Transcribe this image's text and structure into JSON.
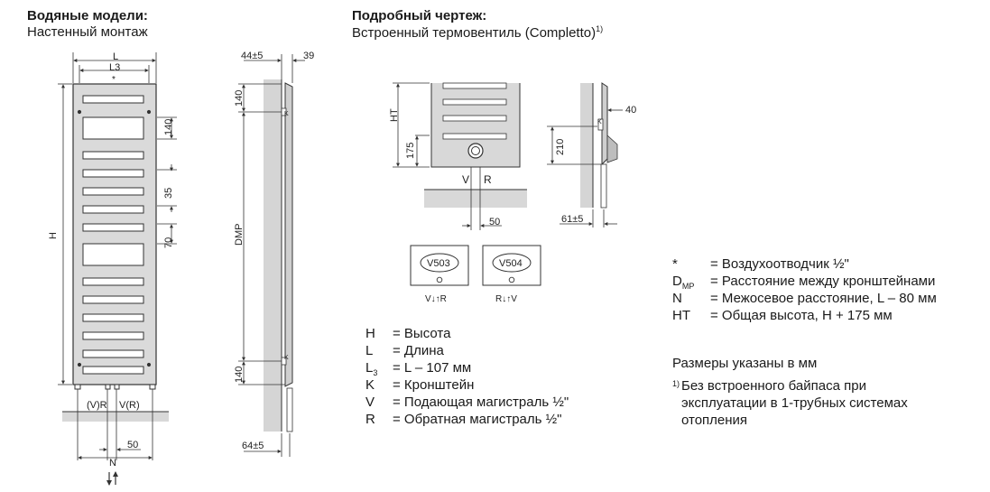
{
  "left_heading": {
    "title": "Водяные модели:",
    "subtitle": "Настенный монтаж"
  },
  "right_heading": {
    "title": "Подробный чертеж:",
    "subtitle": "Встроенный термовентиль (Completto)",
    "sup": "1)"
  },
  "front_view": {
    "dim_L": "L",
    "dim_L3": "L3",
    "star": "*",
    "dim_H": "H",
    "dim_140": "140",
    "dim_35": "35",
    "dim_70": "70",
    "port_left": "(V)R",
    "port_right": "V(R)",
    "dim_50": "50",
    "dim_N": "N"
  },
  "side_view": {
    "dim_44": "44±5",
    "dim_39": "39",
    "dim_140_top": "140",
    "dim_dmp": "DMP",
    "dim_140_bottom": "140",
    "dim_64": "64±5",
    "mark_k": "K"
  },
  "detail_front": {
    "dim_ht": "HT",
    "dim_175": "175",
    "label_v": "V",
    "label_r": "R",
    "dim_50": "50"
  },
  "detail_side": {
    "dim_40": "40",
    "dim_210": "210",
    "dim_61": "61±5",
    "mark_k": "K"
  },
  "valves": [
    {
      "name": "V503",
      "arrows": "V↓↑R"
    },
    {
      "name": "V504",
      "arrows": "R↓↑V"
    }
  ],
  "legend_left": [
    {
      "key": "H",
      "sub": "",
      "value": "= Высота"
    },
    {
      "key": "L",
      "sub": "",
      "value": "= Длина"
    },
    {
      "key": "L",
      "sub": "3",
      "value": "= L – 107 мм"
    },
    {
      "key": "K",
      "sub": "",
      "value": "= Кронштейн"
    },
    {
      "key": "V",
      "sub": "",
      "value": "= Подающая магистраль ½\""
    },
    {
      "key": "R",
      "sub": "",
      "value": "= Обратная магистраль ½\""
    }
  ],
  "legend_right": [
    {
      "key": "*",
      "sub": "",
      "value": "= Воздухоотводчик ½\""
    },
    {
      "key": "D",
      "sub": "MP",
      "value": "= Расстояние между кронштейнами"
    },
    {
      "key": "N",
      "sub": "",
      "value": "= Межосевое расстояние, L – 80 мм"
    },
    {
      "key": "HT",
      "sub": "",
      "value": "= Общая высота, H + 175 мм"
    }
  ],
  "units_note": "Размеры указаны в мм",
  "footnote": {
    "mark": "1)",
    "lines": [
      "Без встроенного байпаса при",
      "эксплуатации в 1-трубных системах",
      "отопления"
    ]
  }
}
